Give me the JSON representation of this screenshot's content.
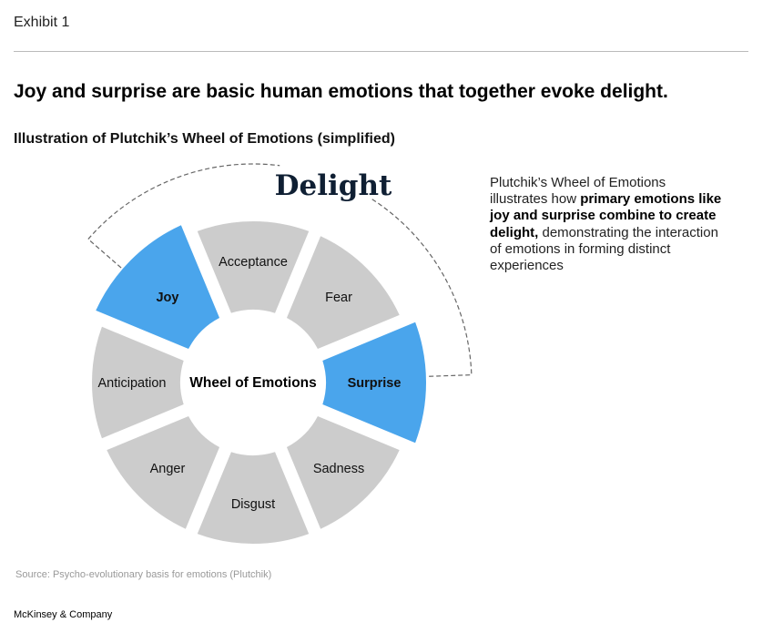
{
  "exhibit_label": "Exhibit 1",
  "headline": "Joy and surprise are basic human emotions that together evoke delight.",
  "subtitle": "Illustration of Plutchik’s Wheel of Emotions (simplified)",
  "diagram": {
    "center_label": "Wheel of Emotions",
    "highlight_label": "Delight",
    "colors": {
      "highlight": "#4aa5ec",
      "neutral": "#cccccc",
      "delight_text": "#0f1f33",
      "dash": "#666666"
    },
    "segments": [
      {
        "label": "Acceptance",
        "highlighted": false
      },
      {
        "label": "Fear",
        "highlighted": false
      },
      {
        "label": "Surprise",
        "highlighted": true
      },
      {
        "label": "Sadness",
        "highlighted": false
      },
      {
        "label": "Disgust",
        "highlighted": false
      },
      {
        "label": "Anger",
        "highlighted": false
      },
      {
        "label": "Anticipation",
        "highlighted": false
      },
      {
        "label": "Joy",
        "highlighted": true
      }
    ]
  },
  "note": {
    "part1": "Plutchik’s Wheel of Emotions illustrates how ",
    "bold": "primary emotions like joy and surprise combine to create delight,",
    "part2": " demonstrating the interaction of emotions in forming distinct experiences"
  },
  "source": "Source: Psycho-evolutionary basis for emotions (Plutchik)",
  "brand": "McKinsey & Company"
}
